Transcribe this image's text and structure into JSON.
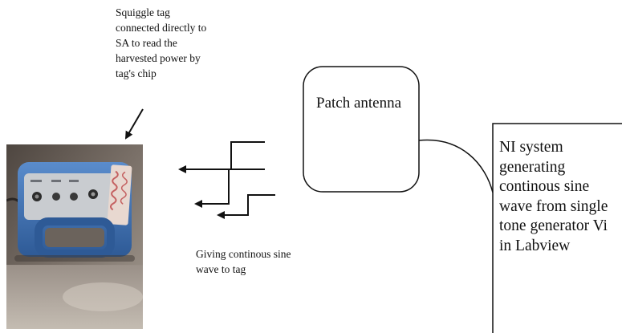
{
  "annotations": {
    "tag_connection": "Squiggle tag\nconnected directly to\nSA to read the\nharvested power by\ntag's chip",
    "sine_wave": "Giving continous sine\nwave to tag"
  },
  "nodes": {
    "patch_antenna": "Patch antenna",
    "ni_system": "NI system\ngenerating\ncontinous sine\nwave from single\ntone generator Vi\nin Labview"
  },
  "photo": {
    "subject": "spectrum analyzer with squiggle tag"
  },
  "icons": [
    "arrow-icon",
    "wave-arrow-icon"
  ],
  "colors": {
    "line": "#111111",
    "device_body": "#3b6fb2",
    "device_face": "#c9ccd0",
    "tag": "#e8d8d0",
    "background_photo": "#6a625a"
  }
}
